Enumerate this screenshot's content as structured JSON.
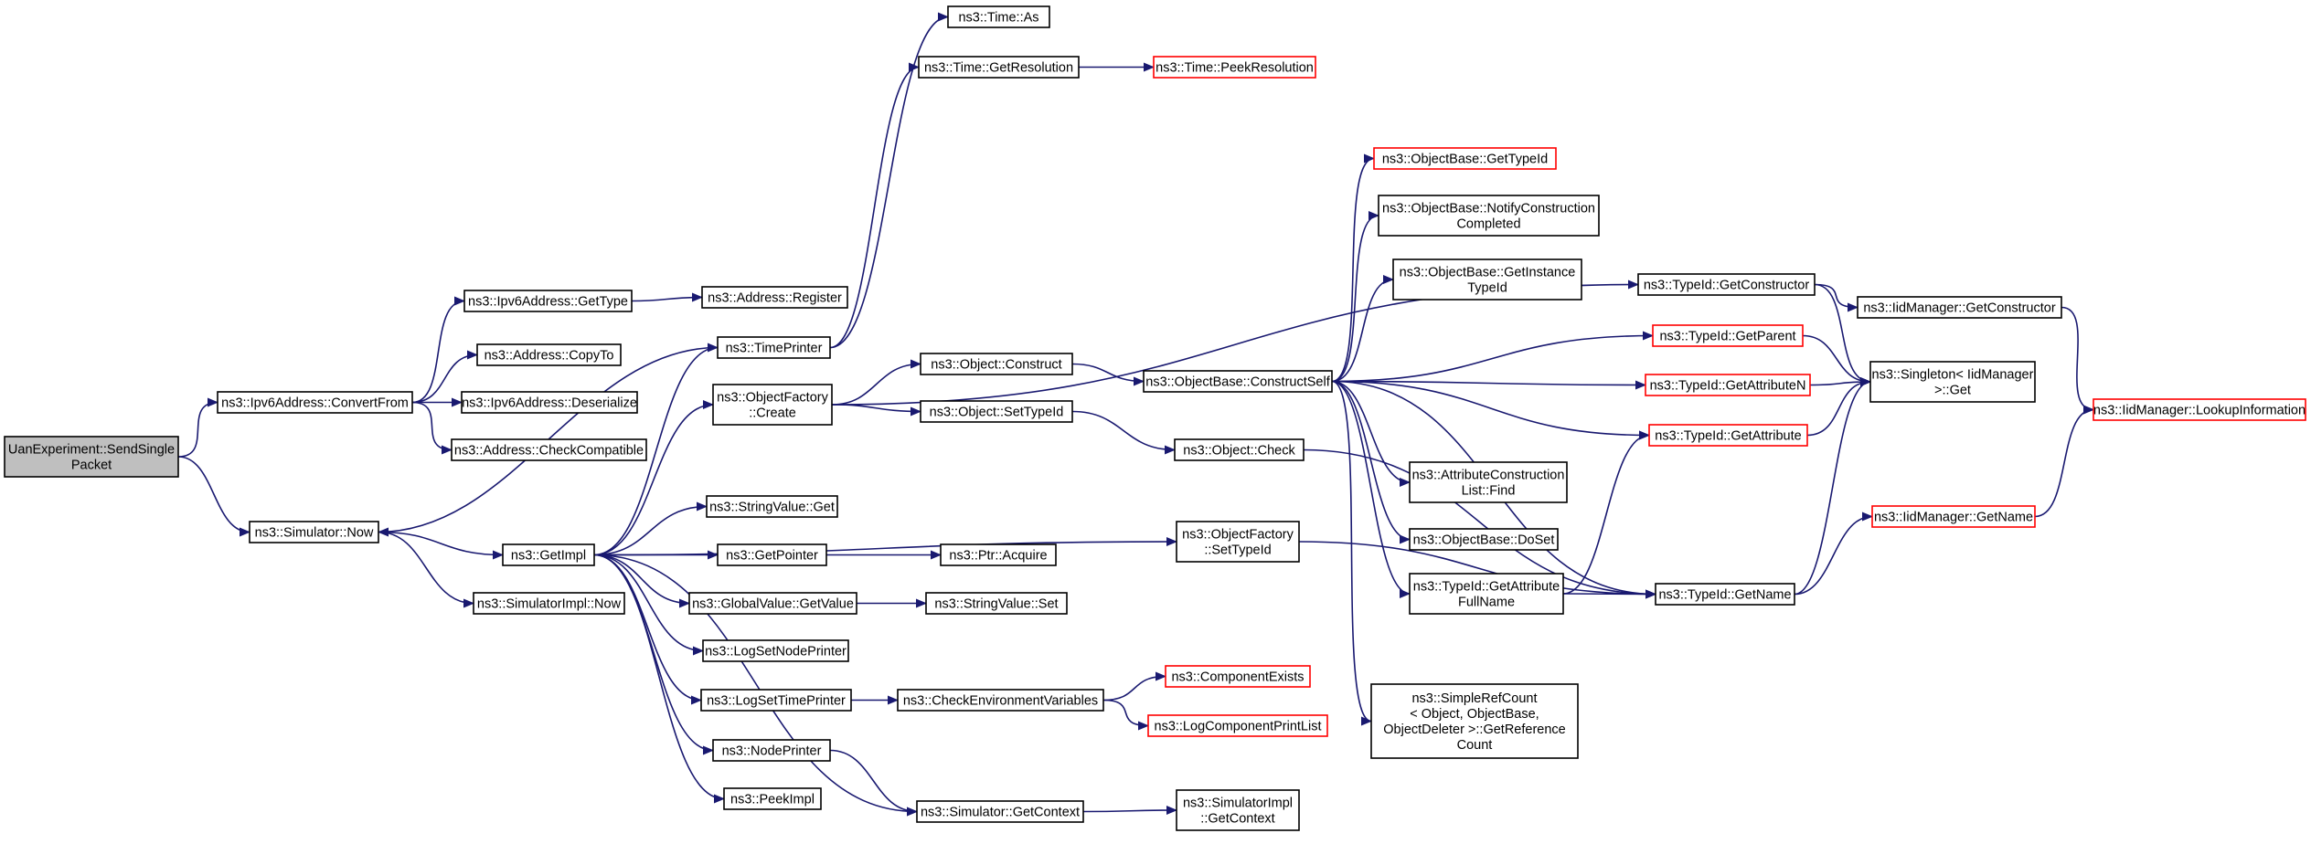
{
  "colors": {
    "edge": "#191970",
    "root_fill": "#bfbfbf",
    "node_fill": "#ffffff",
    "node_border": "#000000",
    "truncated_border": "#ff0000"
  },
  "nodes": [
    {
      "id": "root",
      "lines": [
        "UanExperiment::SendSingle",
        "Packet"
      ],
      "style": "root"
    },
    {
      "id": "ipv6_convertfrom",
      "lines": [
        "ns3::Ipv6Address::ConvertFrom"
      ],
      "style": "normal"
    },
    {
      "id": "ipv6_gettype",
      "lines": [
        "ns3::Ipv6Address::GetType"
      ],
      "style": "normal"
    },
    {
      "id": "address_register",
      "lines": [
        "ns3::Address::Register"
      ],
      "style": "normal"
    },
    {
      "id": "address_copyto",
      "lines": [
        "ns3::Address::CopyTo"
      ],
      "style": "normal"
    },
    {
      "id": "ipv6_deserialize",
      "lines": [
        "ns3::Ipv6Address::Deserialize"
      ],
      "style": "normal"
    },
    {
      "id": "address_checkcompatible",
      "lines": [
        "ns3::Address::CheckCompatible"
      ],
      "style": "normal"
    },
    {
      "id": "simulator_now",
      "lines": [
        "ns3::Simulator::Now"
      ],
      "style": "normal"
    },
    {
      "id": "getimpl",
      "lines": [
        "ns3::GetImpl"
      ],
      "style": "normal"
    },
    {
      "id": "simulatorimpl_now",
      "lines": [
        "ns3::SimulatorImpl::Now"
      ],
      "style": "normal"
    },
    {
      "id": "timeprinter",
      "lines": [
        "ns3::TimePrinter"
      ],
      "style": "normal"
    },
    {
      "id": "time_as",
      "lines": [
        "ns3::Time::As"
      ],
      "style": "normal"
    },
    {
      "id": "time_getresolution",
      "lines": [
        "ns3::Time::GetResolution"
      ],
      "style": "normal"
    },
    {
      "id": "time_peekresolution",
      "lines": [
        "ns3::Time::PeekResolution"
      ],
      "style": "truncated"
    },
    {
      "id": "objectfactory_create",
      "lines": [
        "ns3::ObjectFactory",
        "::Create"
      ],
      "style": "normal"
    },
    {
      "id": "object_construct",
      "lines": [
        "ns3::Object::Construct"
      ],
      "style": "normal"
    },
    {
      "id": "object_settypeid",
      "lines": [
        "ns3::Object::SetTypeId"
      ],
      "style": "normal"
    },
    {
      "id": "object_check",
      "lines": [
        "ns3::Object::Check"
      ],
      "style": "normal"
    },
    {
      "id": "stringvalue_get",
      "lines": [
        "ns3::StringValue::Get"
      ],
      "style": "normal"
    },
    {
      "id": "getpointer",
      "lines": [
        "ns3::GetPointer"
      ],
      "style": "normal"
    },
    {
      "id": "ptr_acquire",
      "lines": [
        "ns3::Ptr::Acquire"
      ],
      "style": "normal"
    },
    {
      "id": "globalvalue_getvalue",
      "lines": [
        "ns3::GlobalValue::GetValue"
      ],
      "style": "normal"
    },
    {
      "id": "stringvalue_set",
      "lines": [
        "ns3::StringValue::Set"
      ],
      "style": "normal"
    },
    {
      "id": "logsetnodeprinter",
      "lines": [
        "ns3::LogSetNodePrinter"
      ],
      "style": "normal"
    },
    {
      "id": "logsettimeprinter",
      "lines": [
        "ns3::LogSetTimePrinter"
      ],
      "style": "normal"
    },
    {
      "id": "checkenvvars",
      "lines": [
        "ns3::CheckEnvironmentVariables"
      ],
      "style": "normal"
    },
    {
      "id": "componentexists",
      "lines": [
        "ns3::ComponentExists"
      ],
      "style": "truncated"
    },
    {
      "id": "logcomponentprintlist",
      "lines": [
        "ns3::LogComponentPrintList"
      ],
      "style": "truncated"
    },
    {
      "id": "nodeprinter",
      "lines": [
        "ns3::NodePrinter"
      ],
      "style": "normal"
    },
    {
      "id": "peekimpl",
      "lines": [
        "ns3::PeekImpl"
      ],
      "style": "normal"
    },
    {
      "id": "simulator_getcontext",
      "lines": [
        "ns3::Simulator::GetContext"
      ],
      "style": "normal"
    },
    {
      "id": "simulatorimpl_getcontext",
      "lines": [
        "ns3::SimulatorImpl",
        "::GetContext"
      ],
      "style": "normal"
    },
    {
      "id": "objectfactory_settypeid",
      "lines": [
        "ns3::ObjectFactory",
        "::SetTypeId"
      ],
      "style": "normal"
    },
    {
      "id": "objectbase_constructself",
      "lines": [
        "ns3::ObjectBase::ConstructSelf"
      ],
      "style": "normal"
    },
    {
      "id": "objectbase_gettypeid",
      "lines": [
        "ns3::ObjectBase::GetTypeId"
      ],
      "style": "truncated"
    },
    {
      "id": "objectbase_notify",
      "lines": [
        "ns3::ObjectBase::NotifyConstruction",
        "Completed"
      ],
      "style": "normal"
    },
    {
      "id": "objectbase_getinstancetypeid",
      "lines": [
        "ns3::ObjectBase::GetInstance",
        "TypeId"
      ],
      "style": "normal"
    },
    {
      "id": "attrconstructionlist_find",
      "lines": [
        "ns3::AttributeConstruction",
        "List::Find"
      ],
      "style": "normal"
    },
    {
      "id": "objectbase_doset",
      "lines": [
        "ns3::ObjectBase::DoSet"
      ],
      "style": "normal"
    },
    {
      "id": "typeid_getattributefullname",
      "lines": [
        "ns3::TypeId::GetAttribute",
        "FullName"
      ],
      "style": "normal"
    },
    {
      "id": "simplerefcount",
      "lines": [
        "ns3::SimpleRefCount",
        "< Object, ObjectBase,",
        "ObjectDeleter >::GetReference",
        "Count"
      ],
      "style": "normal"
    },
    {
      "id": "typeid_getconstructor",
      "lines": [
        "ns3::TypeId::GetConstructor"
      ],
      "style": "normal"
    },
    {
      "id": "typeid_getparent",
      "lines": [
        "ns3::TypeId::GetParent"
      ],
      "style": "truncated"
    },
    {
      "id": "typeid_getattributen",
      "lines": [
        "ns3::TypeId::GetAttributeN"
      ],
      "style": "truncated"
    },
    {
      "id": "typeid_getattribute",
      "lines": [
        "ns3::TypeId::GetAttribute"
      ],
      "style": "truncated"
    },
    {
      "id": "typeid_getname",
      "lines": [
        "ns3::TypeId::GetName"
      ],
      "style": "normal"
    },
    {
      "id": "iidmanager_getconstructor",
      "lines": [
        "ns3::IidManager::GetConstructor"
      ],
      "style": "normal"
    },
    {
      "id": "singleton_get",
      "lines": [
        "ns3::Singleton< IidManager",
        " >::Get"
      ],
      "style": "normal"
    },
    {
      "id": "iidmanager_getname",
      "lines": [
        "ns3::IidManager::GetName"
      ],
      "style": "truncated"
    },
    {
      "id": "iidmanager_lookupinformation",
      "lines": [
        "ns3::IidManager::LookupInformation"
      ],
      "style": "truncated"
    }
  ],
  "edges": [
    [
      "root",
      "ipv6_convertfrom"
    ],
    [
      "root",
      "simulator_now"
    ],
    [
      "ipv6_convertfrom",
      "ipv6_gettype"
    ],
    [
      "ipv6_convertfrom",
      "address_copyto"
    ],
    [
      "ipv6_convertfrom",
      "ipv6_deserialize"
    ],
    [
      "ipv6_convertfrom",
      "address_checkcompatible"
    ],
    [
      "ipv6_gettype",
      "address_register"
    ],
    [
      "simulator_now",
      "getimpl"
    ],
    [
      "simulator_now",
      "simulatorimpl_now"
    ],
    [
      "getimpl",
      "timeprinter"
    ],
    [
      "getimpl",
      "objectfactory_create"
    ],
    [
      "getimpl",
      "objectfactory_settypeid"
    ],
    [
      "getimpl",
      "stringvalue_get"
    ],
    [
      "getimpl",
      "getpointer"
    ],
    [
      "getimpl",
      "globalvalue_getvalue"
    ],
    [
      "getimpl",
      "logsetnodeprinter"
    ],
    [
      "getimpl",
      "logsettimeprinter"
    ],
    [
      "getimpl",
      "nodeprinter"
    ],
    [
      "getimpl",
      "peekimpl"
    ],
    [
      "getimpl",
      "simulator_getcontext"
    ],
    [
      "timeprinter",
      "simulator_now"
    ],
    [
      "timeprinter",
      "time_as"
    ],
    [
      "timeprinter",
      "time_getresolution"
    ],
    [
      "time_getresolution",
      "time_peekresolution"
    ],
    [
      "objectfactory_create",
      "object_construct"
    ],
    [
      "objectfactory_create",
      "object_settypeid"
    ],
    [
      "objectfactory_create",
      "typeid_getconstructor"
    ],
    [
      "object_construct",
      "objectbase_constructself"
    ],
    [
      "object_settypeid",
      "object_check"
    ],
    [
      "object_check",
      "typeid_getname"
    ],
    [
      "getpointer",
      "ptr_acquire"
    ],
    [
      "globalvalue_getvalue",
      "stringvalue_set"
    ],
    [
      "logsettimeprinter",
      "checkenvvars"
    ],
    [
      "checkenvvars",
      "componentexists"
    ],
    [
      "checkenvvars",
      "logcomponentprintlist"
    ],
    [
      "nodeprinter",
      "simulator_getcontext"
    ],
    [
      "simulator_getcontext",
      "simulatorimpl_getcontext"
    ],
    [
      "objectfactory_settypeid",
      "typeid_getname"
    ],
    [
      "objectbase_constructself",
      "objectbase_gettypeid"
    ],
    [
      "objectbase_constructself",
      "objectbase_notify"
    ],
    [
      "objectbase_constructself",
      "objectbase_getinstancetypeid"
    ],
    [
      "objectbase_constructself",
      "typeid_getparent"
    ],
    [
      "objectbase_constructself",
      "typeid_getattributen"
    ],
    [
      "objectbase_constructself",
      "typeid_getattribute"
    ],
    [
      "objectbase_constructself",
      "attrconstructionlist_find"
    ],
    [
      "objectbase_constructself",
      "objectbase_doset"
    ],
    [
      "objectbase_constructself",
      "typeid_getattributefullname"
    ],
    [
      "objectbase_constructself",
      "simplerefcount"
    ],
    [
      "objectbase_constructself",
      "typeid_getname"
    ],
    [
      "typeid_getattributefullname",
      "typeid_getattribute"
    ],
    [
      "typeid_getattributefullname",
      "typeid_getname"
    ],
    [
      "typeid_getconstructor",
      "iidmanager_getconstructor"
    ],
    [
      "typeid_getconstructor",
      "singleton_get"
    ],
    [
      "typeid_getparent",
      "singleton_get"
    ],
    [
      "typeid_getattributen",
      "singleton_get"
    ],
    [
      "typeid_getattribute",
      "singleton_get"
    ],
    [
      "typeid_getname",
      "singleton_get"
    ],
    [
      "typeid_getname",
      "iidmanager_getname"
    ],
    [
      "iidmanager_getconstructor",
      "iidmanager_lookupinformation"
    ],
    [
      "iidmanager_getname",
      "iidmanager_lookupinformation"
    ]
  ]
}
